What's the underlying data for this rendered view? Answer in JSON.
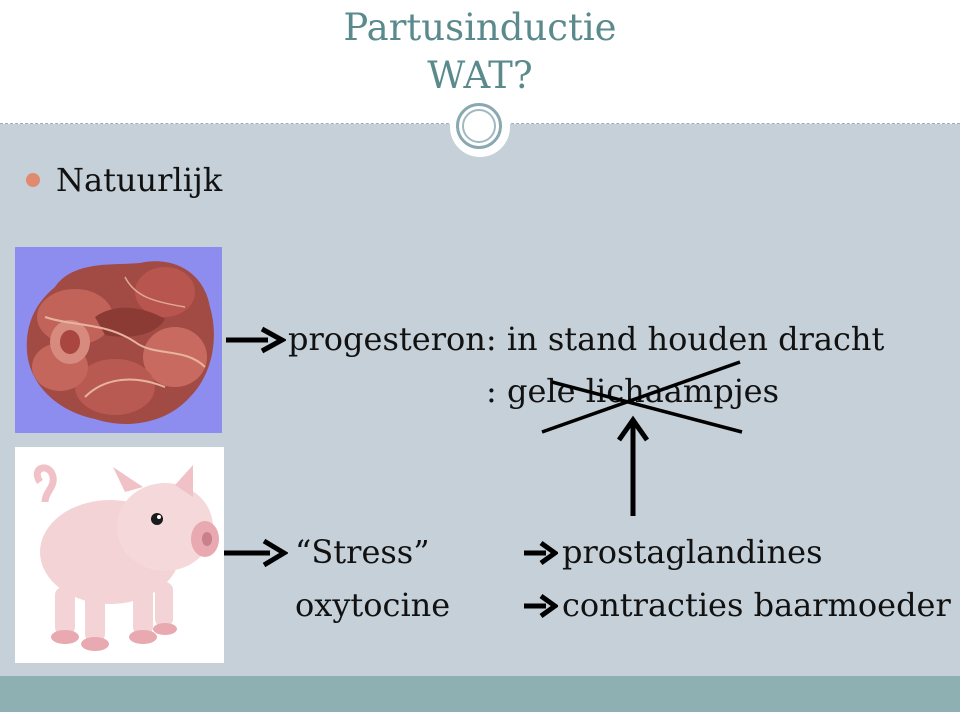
{
  "title": {
    "line1": "Partusinductie",
    "line2": "WAT?"
  },
  "bullet": {
    "text": "Natuurlijk"
  },
  "statements": {
    "progesteron": "progesteron: in stand houden dracht",
    "gele": ": gele lichaampjes",
    "stress": "“Stress”",
    "prostaglandines": "prostaglandines",
    "oxytocine": "oxytocine",
    "contracties": "contracties baarmoeder"
  },
  "colors": {
    "title": "#5b8a8c",
    "background": "#c5d0d8",
    "bullet": "#e08a70",
    "bottom_band": "#8fb0b2"
  },
  "icons": {
    "arrow_prog": "right-arrow-icon",
    "arrow_stress": "right-arrow-icon",
    "arrow_prosta": "right-arrow-icon",
    "arrow_contra": "right-arrow-icon",
    "up_arrow": "up-arrow-icon",
    "cross": "cross-out-icon"
  }
}
